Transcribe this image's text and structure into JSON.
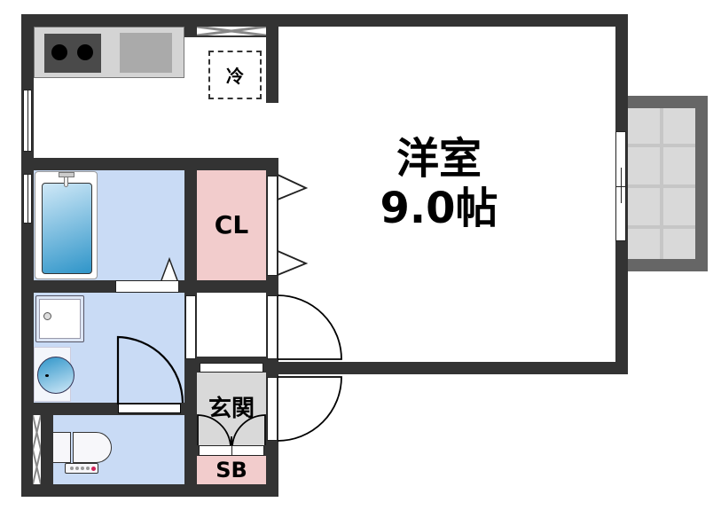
{
  "floorplan": {
    "rooms": {
      "western_room": {
        "name": "洋室",
        "size": "9.0帖"
      },
      "closet": {
        "label": "CL"
      },
      "entrance": {
        "label": "玄関"
      },
      "shoe_box": {
        "label": "SB"
      },
      "refrigerator": {
        "label": "冷"
      }
    },
    "colors": {
      "wall": "#333333",
      "wet_area": "#c9dbf5",
      "closet": "#f2cccc",
      "entrance": "#d9d9d9",
      "balcony_frame": "#666666",
      "balcony_floor": "#d9d9d9",
      "kitchen_counter": "#d4d4d4",
      "stove": "#4a4a4a",
      "sink": "#aaaaaa",
      "bathtub": "#4aa3d6"
    },
    "fixtures": [
      "kitchen-stove",
      "kitchen-sink",
      "refrigerator-space",
      "bathtub",
      "washing-machine-space",
      "washbasin",
      "toilet",
      "balcony"
    ]
  }
}
